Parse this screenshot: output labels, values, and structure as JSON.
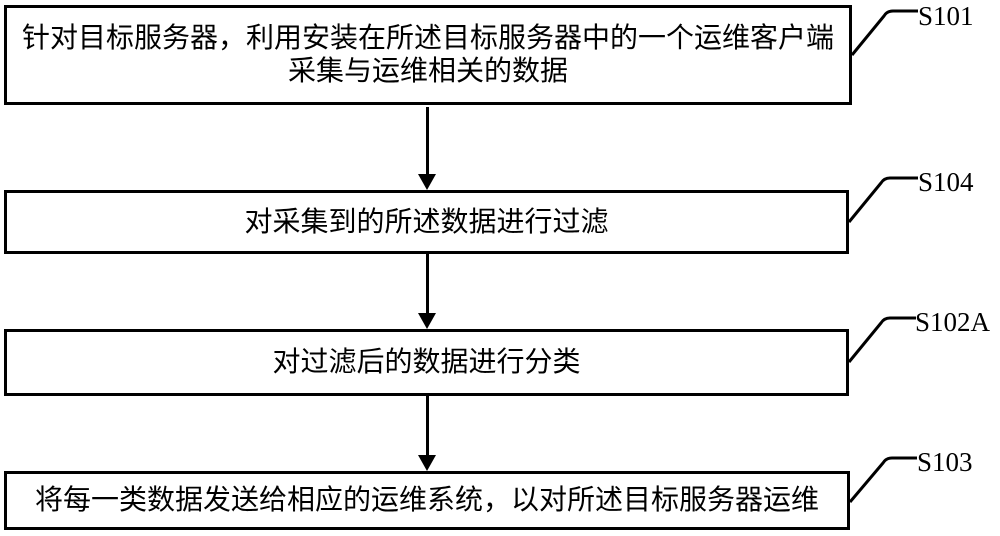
{
  "figure": {
    "type": "flowchart",
    "background_color": "#ffffff",
    "line_color": "#000000",
    "flow_direction": "top-to-bottom"
  },
  "steps": [
    {
      "label": "S101",
      "text": "针对目标服务器，利用安装在所述目标服务器中的一个运维客户端\n采集与运维相关的数据"
    },
    {
      "label": "S104",
      "text": "对采集到的所述数据进行过滤"
    },
    {
      "label": "S102A",
      "text": "对过滤后的数据进行分类"
    },
    {
      "label": "S103",
      "text": "将每一类数据发送给相应的运维系统，以对所述目标服务器运维"
    }
  ]
}
